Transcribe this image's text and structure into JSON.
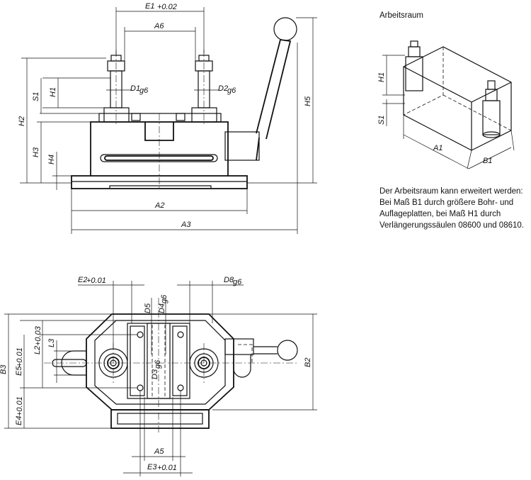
{
  "labels": {
    "E1": "E1",
    "E1_tol": "+0.02",
    "A6": "A6",
    "D1": "D1",
    "D1_tol": "g6",
    "D2": "D2",
    "D2_tol": "g6",
    "S1": "S1",
    "H1": "H1",
    "H2": "H2",
    "H3": "H3",
    "H4": "H4",
    "H5": "H5",
    "A2": "A2",
    "A3": "A3",
    "E2": "E2",
    "E2_tol": "+0.01",
    "D8": "D8",
    "D8_tol": "g6",
    "D5": "D5",
    "D4": "D4",
    "D4_tol": "g6",
    "D3": "D3",
    "D3_tol": "g6",
    "L2": "L2",
    "L2_tol": "+0.03",
    "L3": "L3",
    "B3": "B3",
    "E5": "E5",
    "E5_tol": "+0.01",
    "E4": "E4",
    "E4_tol": "+0.01",
    "B2": "B2",
    "A5": "A5",
    "E3": "E3",
    "E3_tol": "+0.01",
    "A1": "A1",
    "B1": "B1"
  },
  "workspace": {
    "title": "Arbeitsraum",
    "note_lines": [
      "Der Arbeitsraum kann erweitert werden:",
      "Bei Maß B1 durch größere Bohr- und",
      "Auflageplatten, bei Maß H1 durch",
      "Verlängerungssäulen 08600 und 08610."
    ]
  }
}
